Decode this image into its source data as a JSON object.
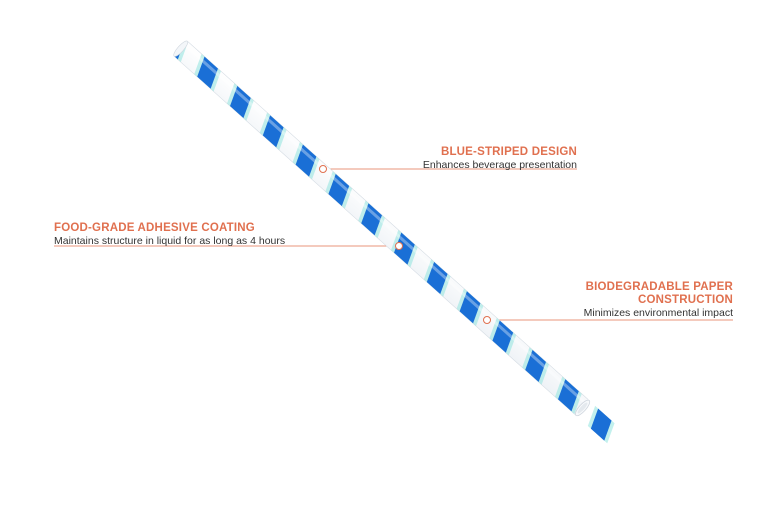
{
  "colors": {
    "accent": "#e0704f",
    "stripe_blue": "#1a6fd6",
    "stripe_teal": "#8fe3df",
    "straw_white": "#ffffff",
    "leader_line": "#e0704f"
  },
  "callouts": [
    {
      "id": "design",
      "title": "BLUE-STRIPED DESIGN",
      "description": "Enhances beverage presentation"
    },
    {
      "id": "adhesive",
      "title": "FOOD-GRADE ADHESIVE COATING",
      "description": "Maintains structure in liquid for as long as 4 hours"
    },
    {
      "id": "construction",
      "title": "BIODEGRADABLE PAPER CONSTRUCTION",
      "description": "Minimizes environmental impact"
    }
  ]
}
